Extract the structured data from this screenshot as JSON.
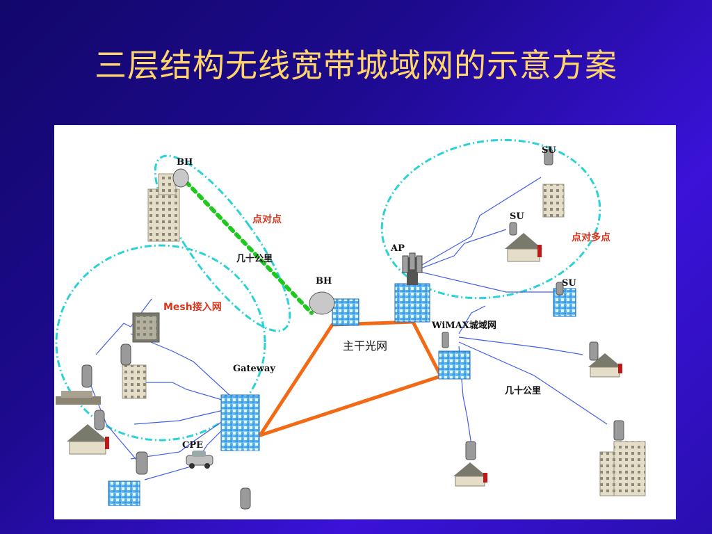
{
  "slide": {
    "title": "三层结构无线宽带城域网的示意方案"
  },
  "diagram": {
    "labels": {
      "bh_top": "BH",
      "bh_mid": "BH",
      "point_to_point": "点对点",
      "tens_km_left": "几十公里",
      "mesh_access": "Mesh接入网",
      "gateway": "Gateway",
      "cpe": "CPE",
      "backbone": "主干光网",
      "ap": "AP",
      "su_1": "SU",
      "su_2": "SU",
      "su_3": "SU",
      "point_to_multipoint": "点对多点",
      "wimax_metro": "WiMAX城域网",
      "tens_km_right": "几十公里"
    },
    "colors": {
      "backbone_line": "#f26a16",
      "ellipse_border": "#2ad1d6",
      "p2p_link": "#1ec81e",
      "wireless_link": "#4060e8",
      "accent_label": "#d9331c"
    }
  }
}
